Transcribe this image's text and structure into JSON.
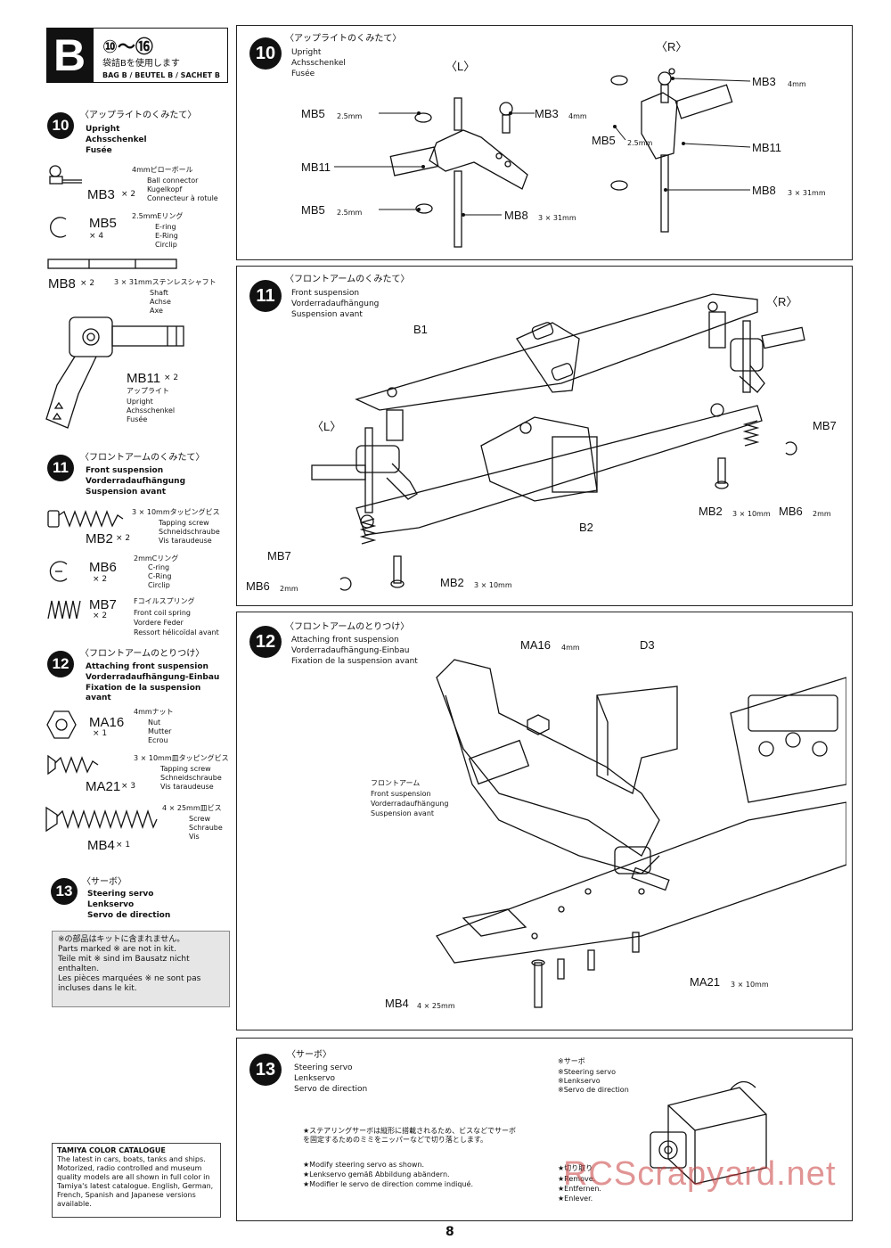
{
  "header": {
    "section_letter": "B",
    "step_range": "⑩〜⑯",
    "bag_jp": "袋詰Bを使用します",
    "bag_label": "BAG B / BEUTEL B / SACHET B"
  },
  "sidebar": {
    "step10": {
      "num": "10",
      "jp": "〈アップライトのくみたて〉",
      "en": "Upright",
      "de": "Achsschenkel",
      "fr": "Fusée",
      "parts": [
        {
          "code": "MB3",
          "qty": "× 2",
          "size": "4mmピローボール",
          "names": [
            "Ball connector",
            "Kugelkopf",
            "Connecteur à rotule"
          ]
        },
        {
          "code": "MB5",
          "qty": "× 4",
          "size": "2.5mmEリング",
          "names": [
            "E-ring",
            "E-Ring",
            "Circlip"
          ]
        },
        {
          "code": "MB8",
          "qty": "× 2",
          "size": "3 × 31mmステンレスシャフト",
          "names": [
            "Shaft",
            "Achse",
            "Axe"
          ]
        },
        {
          "code": "MB11",
          "qty": "× 2",
          "size": "アップライト",
          "names": [
            "Upright",
            "Achsschenkel",
            "Fusée"
          ]
        }
      ]
    },
    "step11": {
      "num": "11",
      "jp": "〈フロントアームのくみたて〉",
      "en": "Front suspension",
      "de": "Vorderradaufhängung",
      "fr": "Suspension avant",
      "parts": [
        {
          "code": "MB2",
          "qty": "× 2",
          "size": "3 × 10mmタッピングビス",
          "names": [
            "Tapping screw",
            "Schneidschraube",
            "Vis taraudeuse"
          ]
        },
        {
          "code": "MB6",
          "qty": "× 2",
          "size": "2mmCリング",
          "names": [
            "C-ring",
            "C-Ring",
            "Circlip"
          ]
        },
        {
          "code": "MB7",
          "qty": "× 2",
          "size": "Fコイルスプリング",
          "names": [
            "Front coil spring",
            "Vordere Feder",
            "Ressort hélicoïdal avant"
          ]
        }
      ]
    },
    "step12": {
      "num": "12",
      "jp": "〈フロントアームのとりつけ〉",
      "en": "Attaching front suspension",
      "de": "Vorderradaufhängung-Einbau",
      "fr": "Fixation de la suspension avant",
      "parts": [
        {
          "code": "MA16",
          "qty": "× 1",
          "size": "4mmナット",
          "names": [
            "Nut",
            "Mutter",
            "Ecrou"
          ]
        },
        {
          "code": "MA21",
          "qty": "× 3",
          "size": "3 × 10mm皿タッピングビス",
          "names": [
            "Tapping screw",
            "Schneidschraube",
            "Vis taraudeuse"
          ]
        },
        {
          "code": "MB4",
          "qty": "× 1",
          "size": "4 × 25mm皿ビス",
          "names": [
            "Screw",
            "Schraube",
            "Vis"
          ]
        }
      ]
    },
    "step13": {
      "num": "13",
      "jp": "〈サーボ〉",
      "en": "Steering servo",
      "de": "Lenkservo",
      "fr": "Servo de direction"
    },
    "note": {
      "jp": "※の部品はキットに含まれません。",
      "en": "Parts marked ※ are not in kit.",
      "de": "Teile mit ※ sind im Bausatz nicht enthalten.",
      "fr": "Les pièces marquées ※ ne sont pas incluses dans le kit."
    },
    "catalogue": {
      "title": "TAMIYA COLOR CATALOGUE",
      "body": "The latest in cars, boats, tanks and ships. Motorized, radio controlled and museum quality models are all shown in full color in Tamiya's latest catalogue. English, German, French, Spanish and Japanese versions available."
    }
  },
  "panels": {
    "p10": {
      "num": "10",
      "jp": "〈アップライトのくみたて〉",
      "en": "Upright",
      "de": "Achsschenkel",
      "fr": "Fusée",
      "L": "〈L〉",
      "R": "〈R〉",
      "labels": {
        "mb5a": "MB5",
        "mb5a_sz": "2.5mm",
        "mb3a": "MB3",
        "mb3a_sz": "4mm",
        "mb11a": "MB11",
        "mb5b": "MB5",
        "mb5b_sz": "2.5mm",
        "mb8a": "MB8",
        "mb8a_sz": "3 × 31mm",
        "mb3b": "MB3",
        "mb3b_sz": "4mm",
        "mb5c": "MB5",
        "mb5c_sz": "2.5mm",
        "mb11b": "MB11",
        "mb8b": "MB8",
        "mb8b_sz": "3 × 31mm"
      }
    },
    "p11": {
      "num": "11",
      "jp": "〈フロントアームのくみたて〉",
      "en": "Front suspension",
      "de": "Vorderradaufhängung",
      "fr": "Suspension avant",
      "labels": {
        "b1": "B1",
        "b2": "B2",
        "r": "〈R〉",
        "l": "〈L〉",
        "mb7a": "MB7",
        "mb7b": "MB7",
        "mb2a": "MB2",
        "mb2a_sz": "3 × 10mm",
        "mb6a": "MB6",
        "mb6a_sz": "2mm",
        "mb6b": "MB6",
        "mb6b_sz": "2mm",
        "mb2b": "MB2",
        "mb2b_sz": "3 × 10mm"
      }
    },
    "p12": {
      "num": "12",
      "jp": "〈フロントアームのとりつけ〉",
      "en": "Attaching front suspension",
      "de": "Vorderradaufhängung-Einbau",
      "fr": "Fixation de la suspension avant",
      "labels": {
        "ma16": "MA16",
        "ma16_sz": "4mm",
        "d3": "D3",
        "ma21": "MA21",
        "ma21_sz": "3 × 10mm",
        "mb4": "MB4",
        "mb4_sz": "4 × 25mm",
        "arm_jp": "フロントアーム",
        "arm_en": "Front suspension",
        "arm_de": "Vorderradaufhängung",
        "arm_fr": "Suspension avant"
      }
    },
    "p13": {
      "num": "13",
      "jp": "〈サーボ〉",
      "en": "Steering servo",
      "de": "Lenkservo",
      "fr": "Servo de direction",
      "servo_jp": "※サーボ",
      "servo_en": "※Steering servo",
      "servo_de": "※Lenkservo",
      "servo_fr": "※Servo de direction",
      "instr_jp": "★ステアリングサーボは縦形に搭載されるため、ビスなどでサーボを固定するためのミミをニッパーなどで切り落とします。",
      "instr_en": "★Modify steering servo as shown.",
      "instr_de": "★Lenkservo gemäß Abbildung abändern.",
      "instr_fr": "★Modifier le servo de direction comme indiqué.",
      "cut_jp": "★切り取り",
      "cut_en": "★Remove.",
      "cut_de": "★Entfernen.",
      "cut_fr": "★Enlever."
    }
  },
  "watermark": "RCScrapyard.net",
  "page_number": "8"
}
